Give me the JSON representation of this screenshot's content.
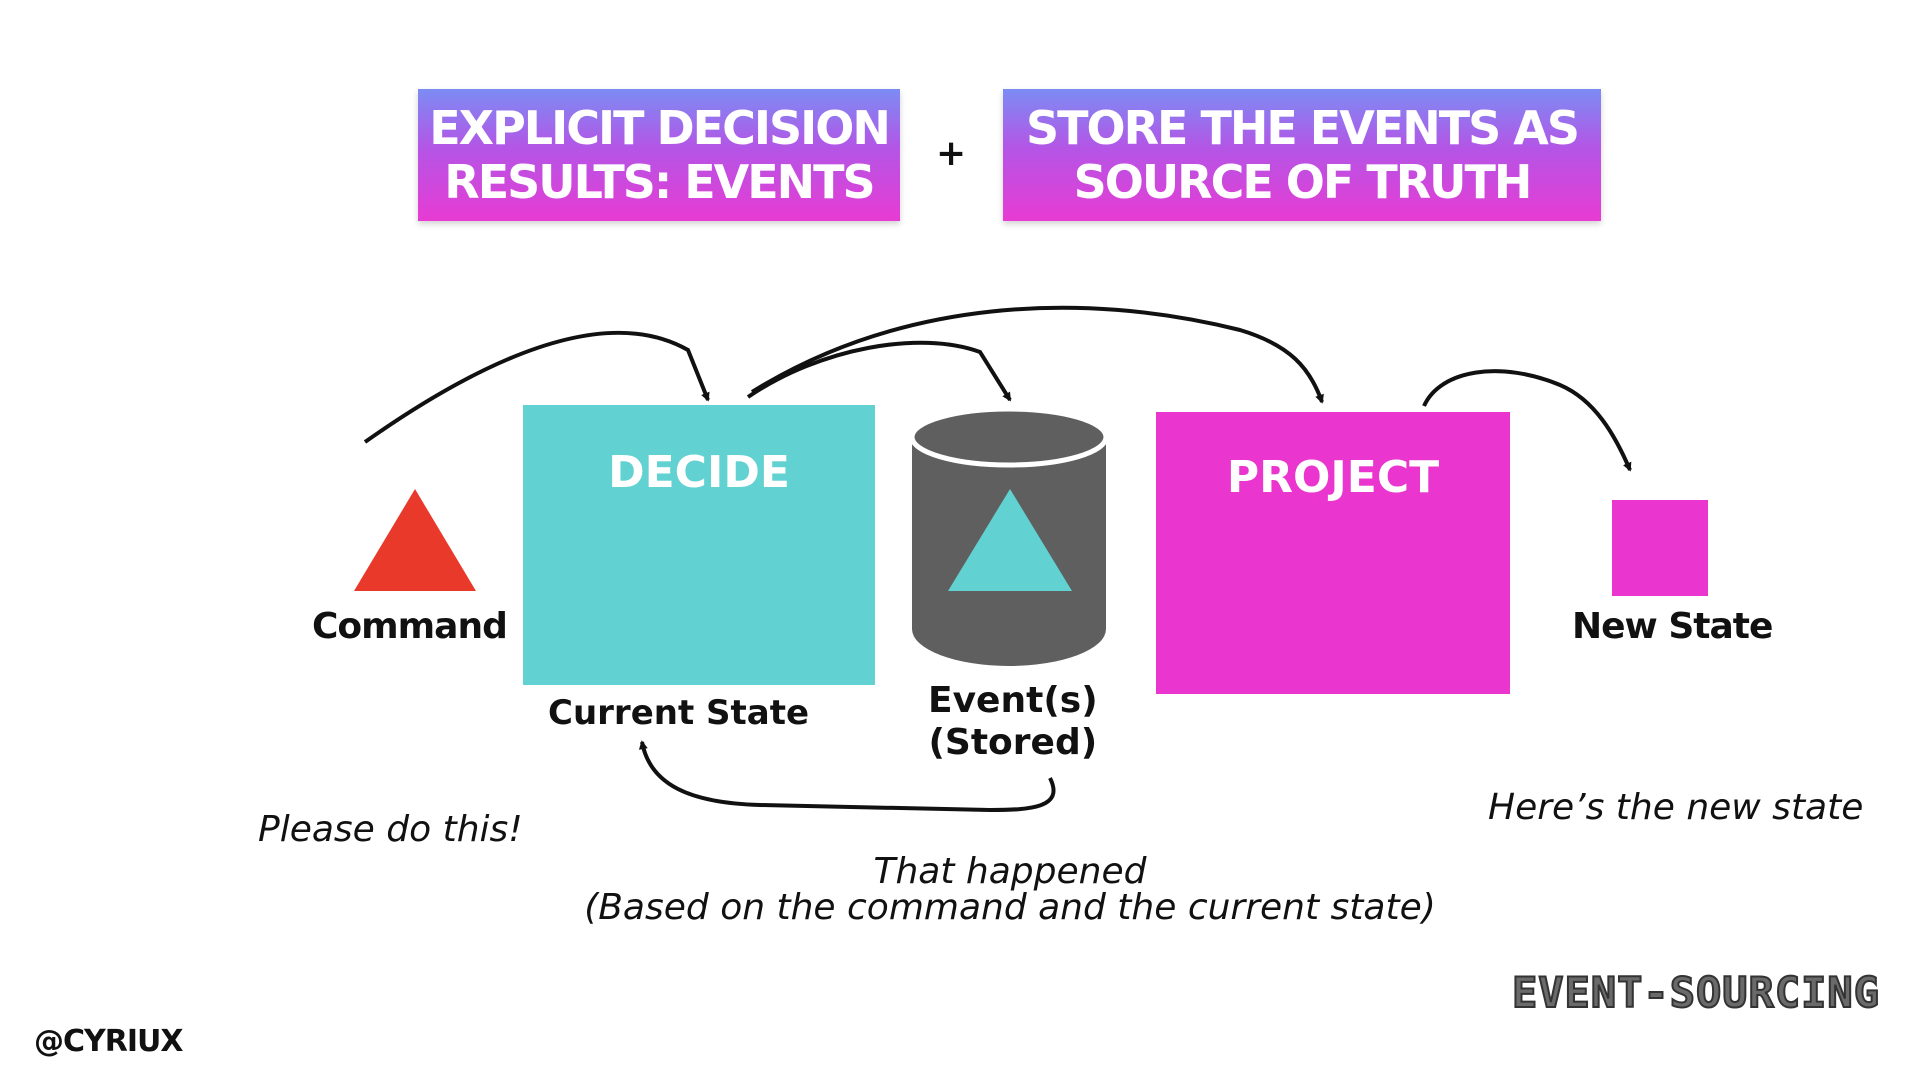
{
  "banners": {
    "left": "EXPLICIT DECISION\nRESULTS: EVENTS",
    "plus": "+",
    "right": "STORE THE EVENTS AS\nSOURCE OF TRUTH"
  },
  "diagram": {
    "decide_title": "DECIDE",
    "project_title": "PROJECT",
    "command_label": "Command",
    "current_state_label": "Current State",
    "events_label": "Event(s)\n(Stored)",
    "new_state_label": "New State",
    "note_command": "Please do this!",
    "note_events": "That happened\n(Based on the command and the current state)",
    "note_new_state": "Here’s the new state"
  },
  "footer": {
    "handle": "@CYRIUX",
    "brand": "EVENT-SOURCING"
  },
  "colors": {
    "command": "#e8392a",
    "decide": "#62d1d1",
    "store": "#5f5f5f",
    "event": "#62d1d1",
    "project": "#ea35cf",
    "new_state": "#ea35cf"
  }
}
